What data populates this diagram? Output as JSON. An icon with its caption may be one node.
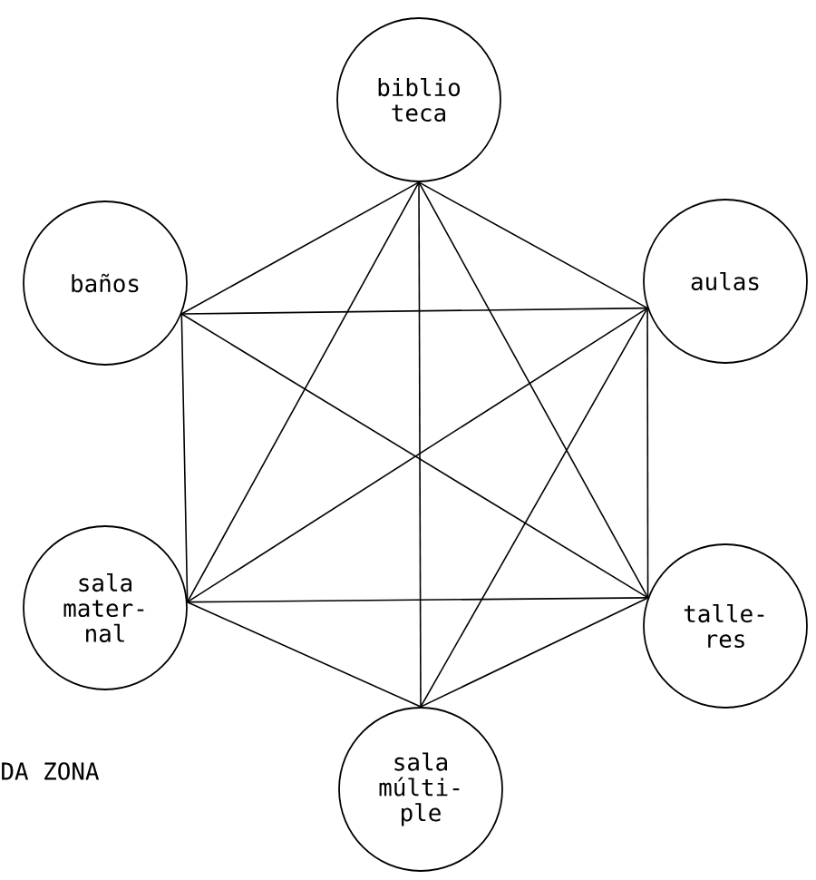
{
  "diagram": {
    "nodes": [
      {
        "text": [
          "biblio teca"
        ]
      },
      {
        "text": [
          "baños"
        ]
      },
      {
        "text": [
          "aulas"
        ]
      },
      {
        "text": [
          "sala mater- nal"
        ]
      },
      {
        "text": [
          "talle- res"
        ]
      },
      {
        "text": [
          "sala múlti- ple"
        ]
      }
    ],
    "edges": [
      {
        "from": 0,
        "to": 1,
        "arrow": "none"
      },
      {
        "from": 0,
        "to": 2,
        "arrow": "none"
      },
      {
        "from": 0,
        "to": 3,
        "arrow": "none"
      },
      {
        "from": 0,
        "to": 4,
        "arrow": "none"
      },
      {
        "from": 0,
        "to": 5,
        "arrow": "none"
      },
      {
        "from": 1,
        "to": 2,
        "arrow": "none"
      },
      {
        "from": 1,
        "to": 3,
        "arrow": "none"
      },
      {
        "from": 1,
        "to": 4,
        "arrow": "none"
      },
      {
        "from": 2,
        "to": 3,
        "arrow": "none"
      },
      {
        "from": 2,
        "to": 4,
        "arrow": "none"
      },
      {
        "from": 2,
        "to": 5,
        "arrow": "none"
      },
      {
        "from": 3,
        "to": 4,
        "arrow": "none"
      },
      {
        "from": 3,
        "to": 5,
        "arrow": "none"
      },
      {
        "from": 4,
        "to": 5,
        "arrow": "none"
      }
    ],
    "labels": [
      "DA ZONA"
    ]
  }
}
